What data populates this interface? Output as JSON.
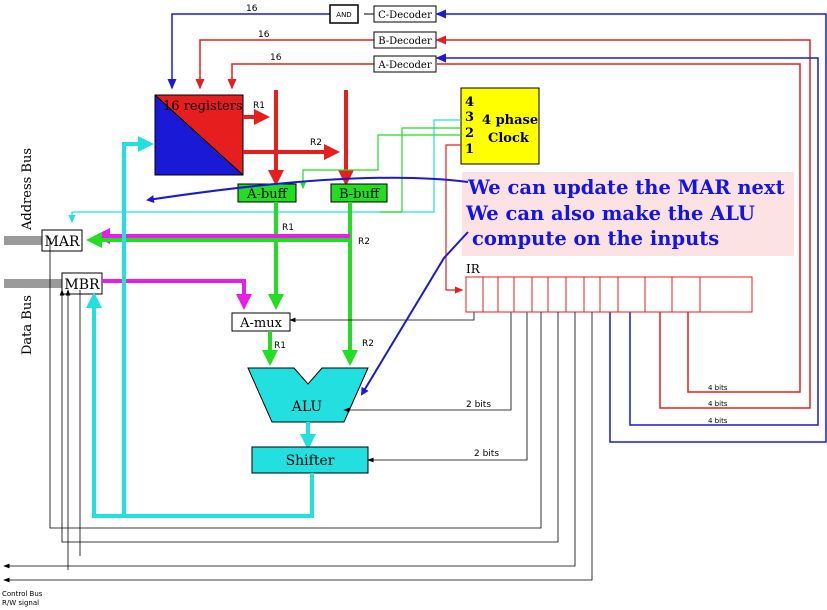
{
  "diagram": {
    "decoders": {
      "c": "C-Decoder",
      "b": "B-Decoder",
      "a": "A-Decoder"
    },
    "and_gate": "AND",
    "bus_widths": {
      "c": "16",
      "b": "16",
      "a": "16"
    },
    "registers_label": "16 registers",
    "r1": "R1",
    "r2": "R2",
    "clock": {
      "phase4": "4",
      "phase3": "3",
      "phase2": "2",
      "phase1": "1",
      "line1": "4 phase",
      "line2": "Clock"
    },
    "a_buff": "A-buff",
    "b_buff": "B-buff",
    "mar": "MAR",
    "mbr": "MBR",
    "a_mux": "A-mux",
    "alu": "ALU",
    "shifter": "Shifter",
    "ir": "IR",
    "address_bus": "Address Bus",
    "data_bus": "Data Bus",
    "control_bus": "Control Bus",
    "rw_signal": "R/W signal",
    "alu_bits": "2 bits",
    "shifter_bits": "2 bits",
    "field_bits": [
      "4 bits",
      "4 bits",
      "4 bits"
    ],
    "annotation": [
      "We can update the MAR next",
      "We can also make the ALU",
      "compute on the inputs"
    ],
    "colors": {
      "red": "#e61e1e",
      "blue": "#1a1ad6",
      "green": "#22dd22",
      "cyan": "#22e0e0",
      "magenta": "#e81ee8",
      "yellow": "#ffff00",
      "annotation_bg": "#fde2e4",
      "annotation_text": "#1414e6"
    }
  }
}
